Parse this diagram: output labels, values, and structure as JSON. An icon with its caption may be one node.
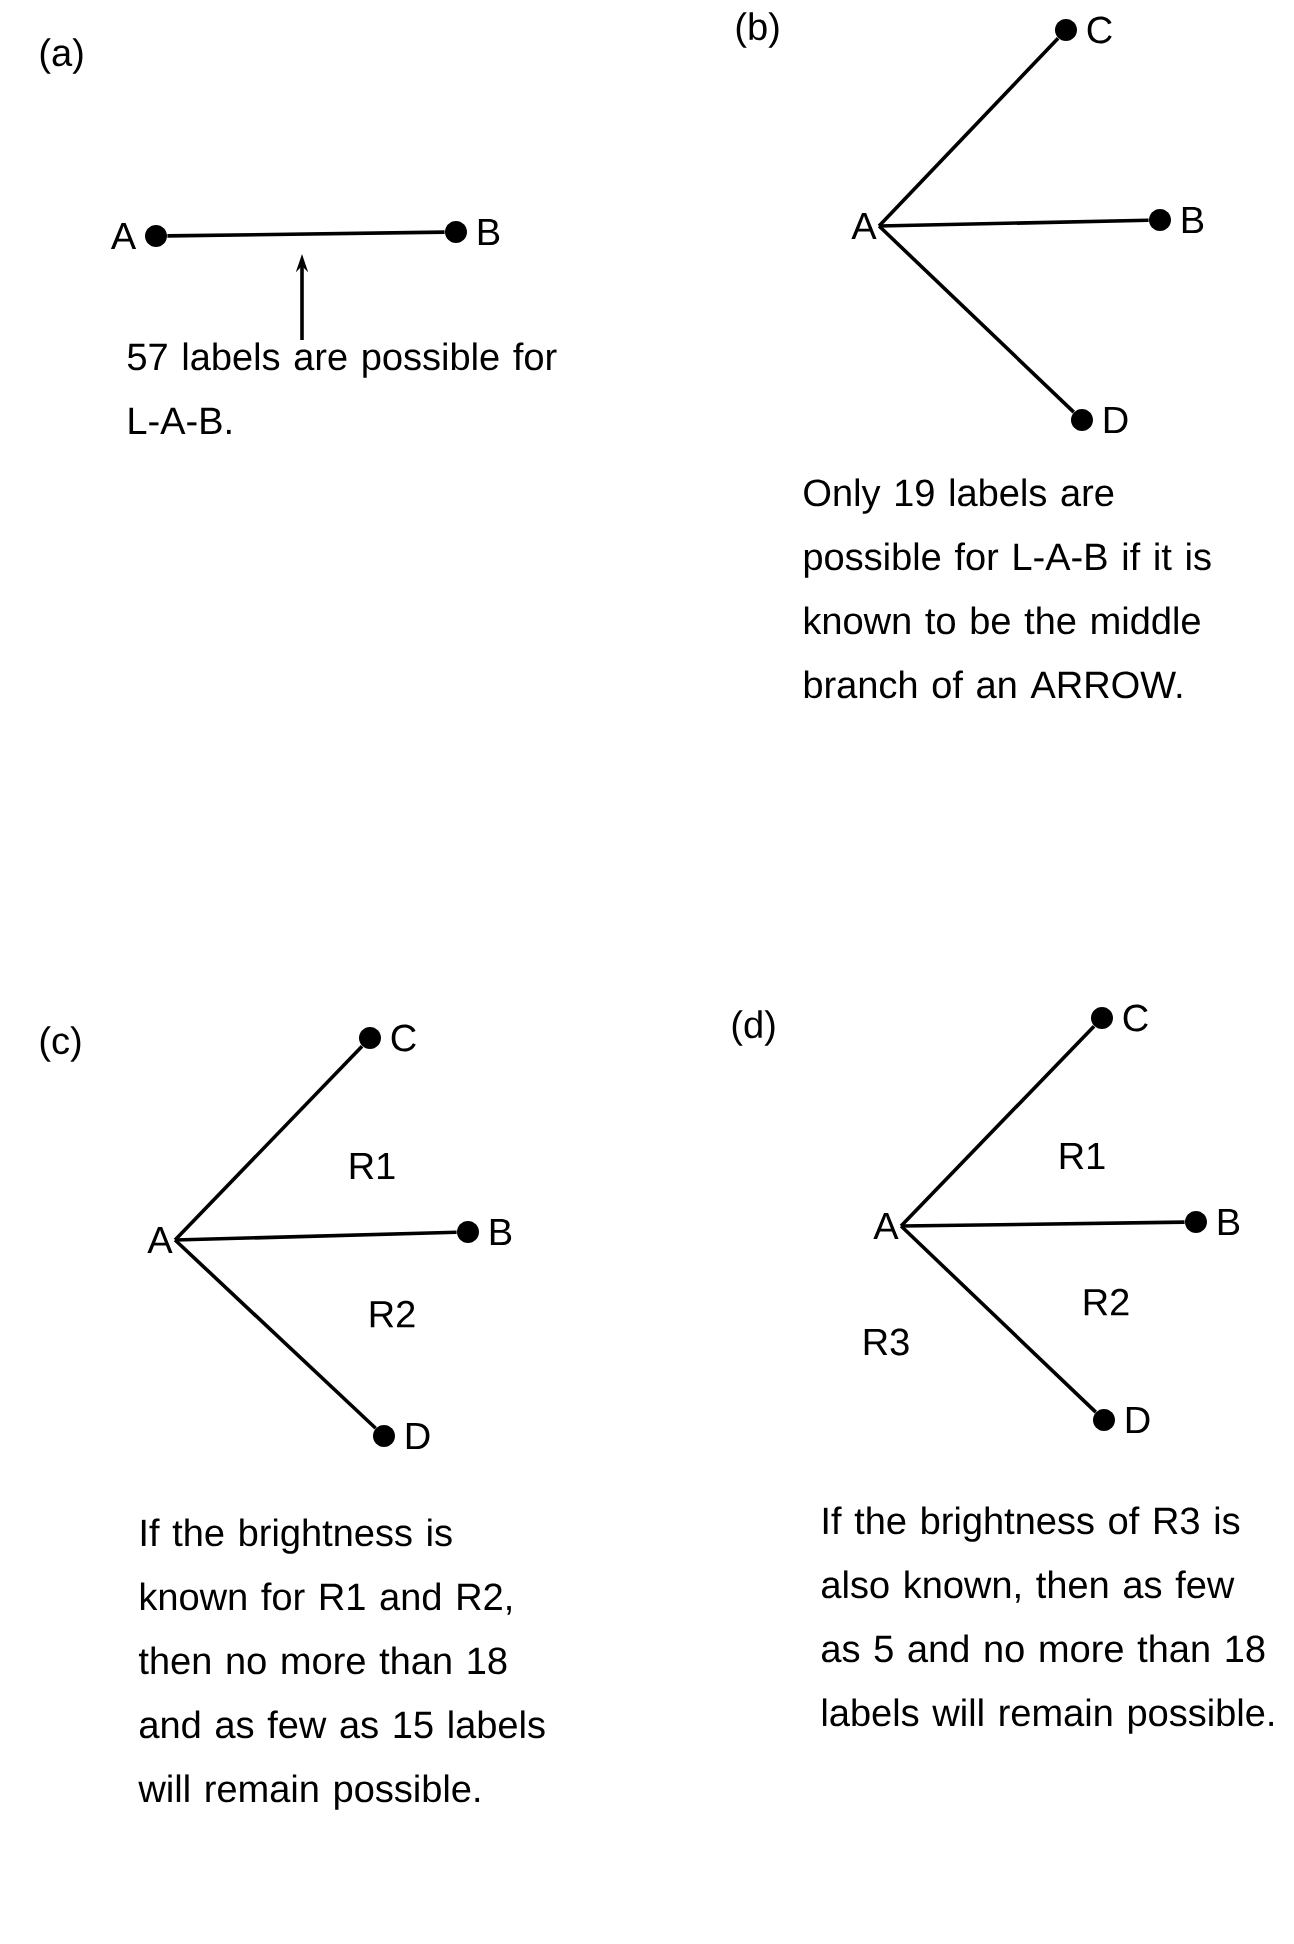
{
  "diagram": {
    "nodes": [
      {
        "text": [],
        "shape": "circle",
        "beside": [
          "A"
        ]
      },
      {
        "text": [],
        "shape": "circle",
        "beside": [
          "B"
        ]
      },
      {
        "text": [
          "57 labels are possible for L-A-B."
        ]
      },
      {
        "text": [
          "A"
        ]
      },
      {
        "text": [],
        "shape": "circle",
        "beside": [
          "C"
        ]
      },
      {
        "text": [],
        "shape": "circle",
        "beside": [
          "B"
        ]
      },
      {
        "text": [],
        "shape": "circle",
        "beside": [
          "D"
        ]
      },
      {
        "text": [
          "A"
        ]
      },
      {
        "text": [],
        "shape": "circle",
        "beside": [
          "C"
        ]
      },
      {
        "text": [],
        "shape": "circle",
        "beside": [
          "B"
        ]
      },
      {
        "text": [],
        "shape": "circle",
        "beside": [
          "D"
        ]
      },
      {
        "text": [
          "A"
        ]
      },
      {
        "text": [],
        "shape": "circle",
        "beside": [
          "C"
        ]
      },
      {
        "text": [],
        "shape": "circle",
        "beside": [
          "B"
        ]
      },
      {
        "text": [],
        "shape": "circle",
        "beside": [
          "D"
        ]
      }
    ],
    "edges": [
      {
        "from": 0,
        "to": 1,
        "arrow": "none"
      },
      {
        "from": 2,
        "to": null,
        "arrow": "to"
      },
      {
        "from": 3,
        "to": 4,
        "arrow": "none"
      },
      {
        "from": 3,
        "to": 5,
        "arrow": "none"
      },
      {
        "from": 3,
        "to": 6,
        "arrow": "none"
      },
      {
        "from": 7,
        "to": 8,
        "arrow": "none"
      },
      {
        "from": 7,
        "to": 9,
        "arrow": "none"
      },
      {
        "from": 7,
        "to": 10,
        "arrow": "none"
      },
      {
        "from": 11,
        "to": 12,
        "arrow": "none"
      },
      {
        "from": 11,
        "to": 13,
        "arrow": "none"
      },
      {
        "from": 11,
        "to": 14,
        "arrow": "none"
      }
    ],
    "labels": [
      "(a)",
      "(b)",
      "Only 19 labels are possible for L-A-B if it is known to be the middle branch of an ARROW.",
      "(c)",
      "R1",
      "R2",
      "If the brightness is known for R1 and R2, then no more than 18 and as few as 15 labels will remain possible.",
      "(d)",
      "R1",
      "R2",
      "R3",
      "If the brightness of R3 is also known, then as few as 5 and no more than 18 labels will remain possible."
    ]
  }
}
